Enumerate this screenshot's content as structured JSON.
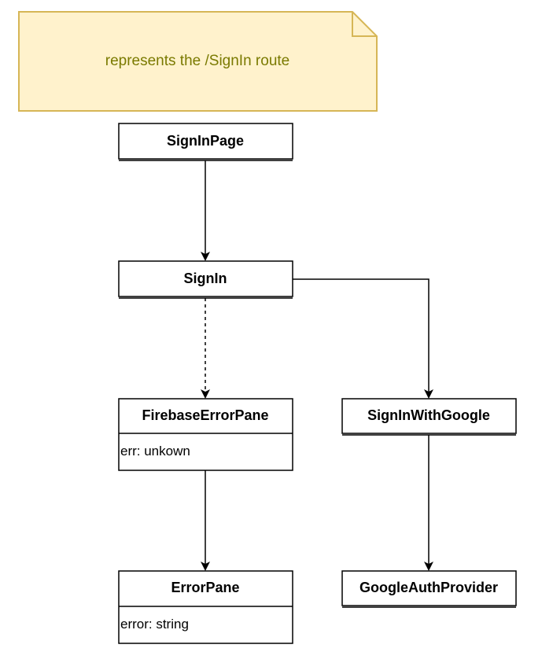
{
  "note": {
    "text": "represents the /SignIn route"
  },
  "nodes": {
    "signin_page": {
      "title": "SignInPage"
    },
    "signin": {
      "title": "SignIn"
    },
    "firebase_error_pane": {
      "title": "FirebaseErrorPane",
      "field": "err: unkown"
    },
    "signin_with_google": {
      "title": "SignInWithGoogle"
    },
    "error_pane": {
      "title": "ErrorPane",
      "field": "error: string"
    },
    "google_auth_provider": {
      "title": "GoogleAuthProvider"
    }
  },
  "edges": [
    {
      "from": "SignInPage",
      "to": "SignIn",
      "style": "solid"
    },
    {
      "from": "SignIn",
      "to": "FirebaseErrorPane",
      "style": "dashed"
    },
    {
      "from": "SignIn",
      "to": "SignInWithGoogle",
      "style": "solid"
    },
    {
      "from": "FirebaseErrorPane",
      "to": "ErrorPane",
      "style": "solid"
    },
    {
      "from": "SignInWithGoogle",
      "to": "GoogleAuthProvider",
      "style": "solid"
    }
  ],
  "colors": {
    "note_fill": "#fff2cc",
    "note_stroke": "#d6b656",
    "note_text": "#7a7a00",
    "box_stroke": "#000000",
    "box_fill": "#ffffff"
  }
}
